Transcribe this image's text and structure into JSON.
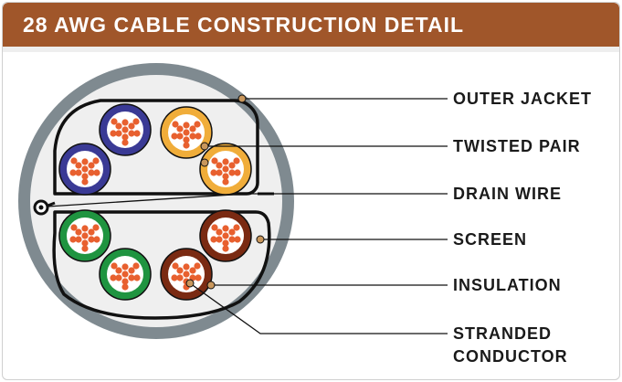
{
  "title": "28 AWG CABLE CONSTRUCTION DETAIL",
  "callouts": {
    "outer_jacket": "OUTER JACKET",
    "twisted_pair": "TWISTED PAIR",
    "drain_wire": "DRAIN WIRE",
    "screen": "SCREEN",
    "insulation": "INSULATION",
    "stranded_conductor_line1": "STRANDED",
    "stranded_conductor_line2": "CONDUCTOR"
  },
  "colors": {
    "header_bg": "#a0562a",
    "jacket": "#7f8a90",
    "screen_line": "#111111",
    "conductor": "#e8602f",
    "pair_blue": "#3a3a95",
    "pair_orange": "#f0ad3a",
    "pair_green": "#1f9440",
    "pair_brown": "#7a2a12",
    "leader_dot": "#c9975c"
  },
  "pair_colors": [
    "blue",
    "orange",
    "green",
    "brown"
  ]
}
